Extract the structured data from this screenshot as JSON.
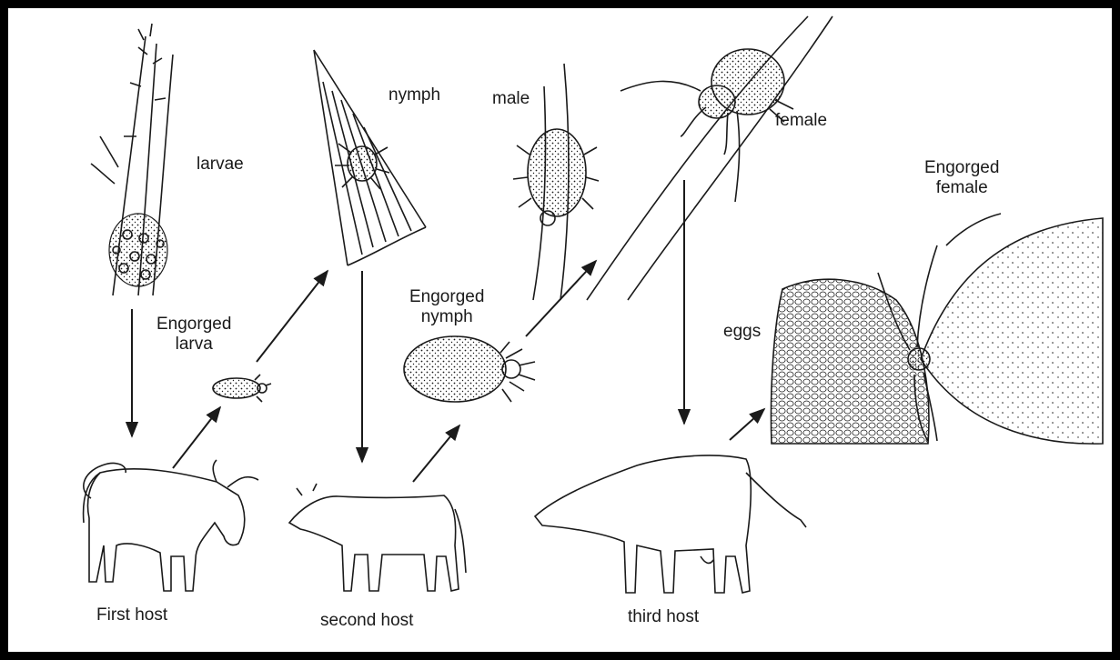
{
  "labels": {
    "larvae": "larvae",
    "engorged_larva": [
      "Engorged",
      "larva"
    ],
    "nymph": "nymph",
    "engorged_nymph": [
      "Engorged",
      "nymph"
    ],
    "male": "male",
    "female": "female",
    "engorged_female": [
      "Engorged",
      "female"
    ],
    "eggs": "eggs",
    "first_host": "First host",
    "second_host": "second host",
    "third_host": "third host"
  },
  "colors": {
    "ink": "#1a1a1a",
    "frame": "#000000",
    "background": "#ffffff"
  },
  "icons": [
    "tick-larva-cluster",
    "tick-nymph",
    "tick-male",
    "tick-female",
    "tick-engorged-female",
    "egg-mass",
    "ox",
    "calf",
    "cow"
  ]
}
